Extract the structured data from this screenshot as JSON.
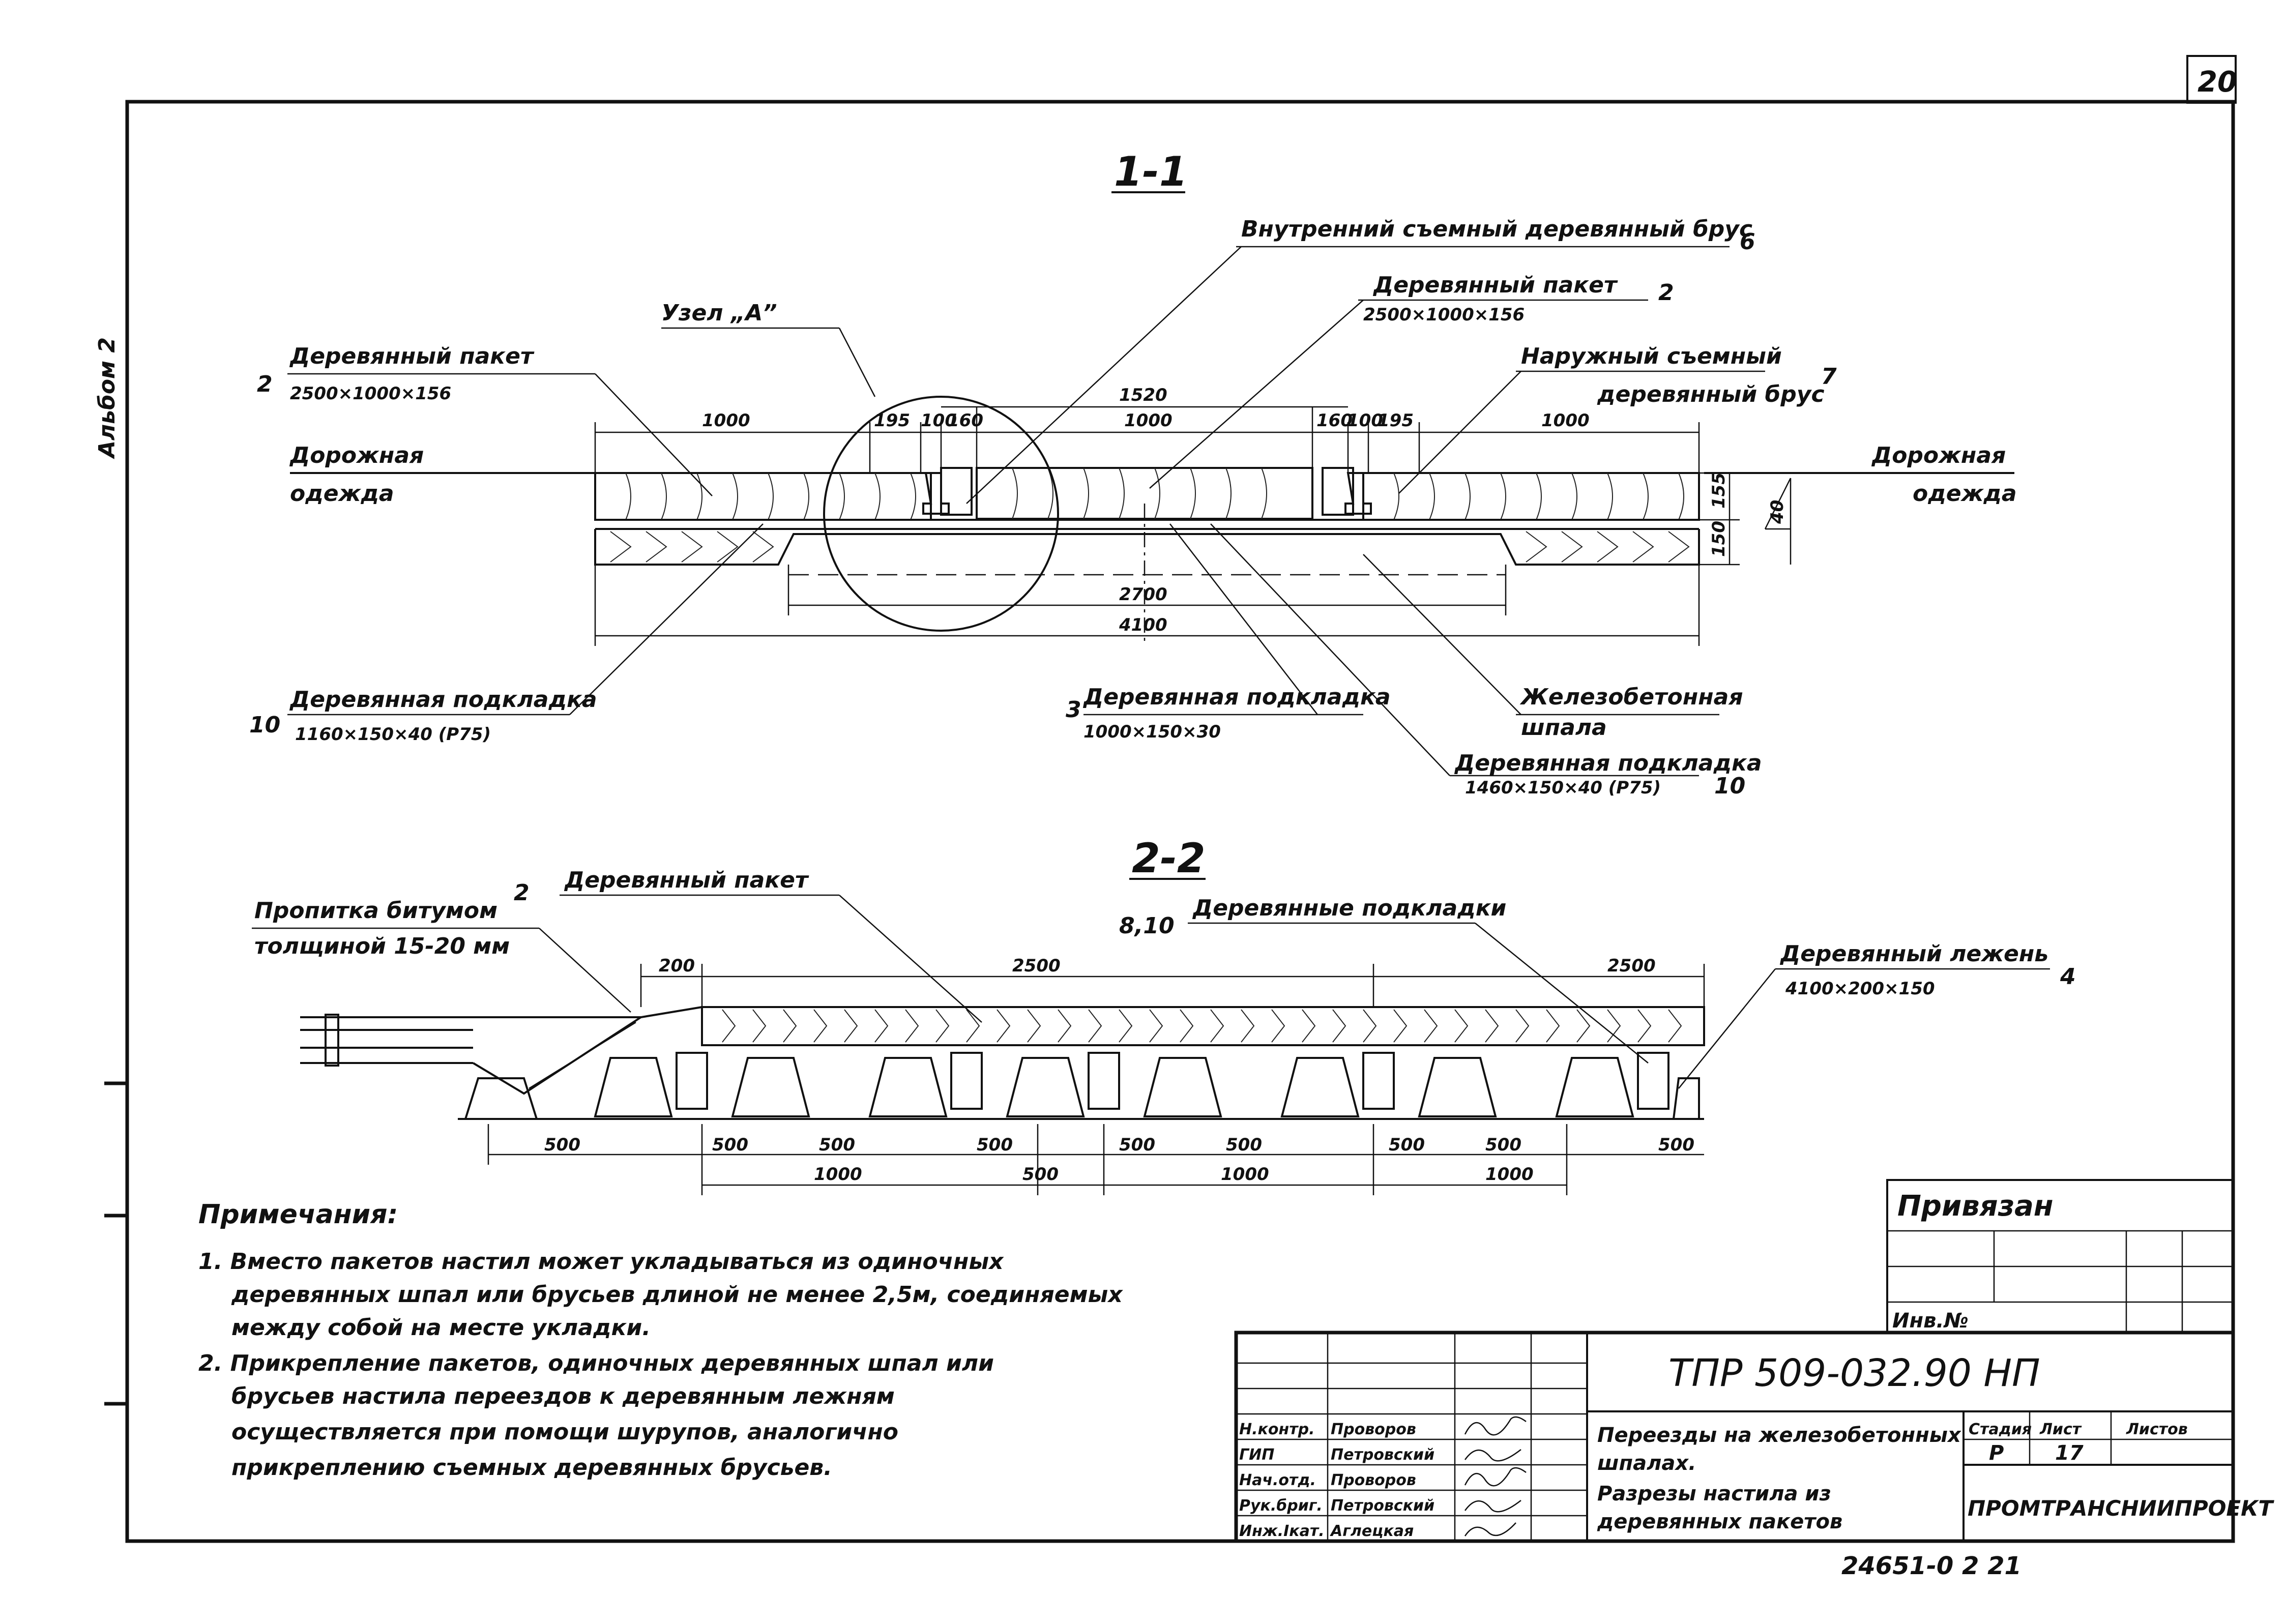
{
  "sheet": {
    "page_number": "20",
    "side_label": "Альбом 2"
  },
  "section_1": {
    "title": "1-1",
    "node_label": "Узел „А”",
    "labels": {
      "inner_beam": "Внутренний съемный деревянный брус",
      "inner_beam_num": "6",
      "center_packet": "Деревянный пакет",
      "center_packet_size": "2500×1000×156",
      "center_packet_num": "2",
      "outer_beam_1": "Наружный съемный",
      "outer_beam_2": "деревянный брус",
      "outer_beam_num": "7",
      "left_packet": "Деревянный пакет",
      "left_packet_size": "2500×1000×156",
      "left_packet_num": "2",
      "road_left_1": "Дорожная",
      "road_left_2": "одежда",
      "road_right_1": "Дорожная",
      "road_right_2": "одежда",
      "pad_left": "Деревянная подкладка",
      "pad_left_size": "1160×150×40   (Р75)",
      "pad_left_num": "10",
      "pad_center": "Деревянная подкладка",
      "pad_center_size": "1000×150×30",
      "pad_center_num": "3",
      "sleeper_1": "Железобетонная",
      "sleeper_2": "шпала",
      "pad_right": "Деревянная подкладка",
      "pad_right_size": "1460×150×40  (Р75)",
      "pad_right_num": "10"
    },
    "dims": {
      "d1000_left": "1000",
      "d195_left": "195",
      "d100_left": "100",
      "d160_left": "160",
      "d1520": "1520",
      "d1000_center": "1000",
      "d160_right": "160",
      "d100_right": "100",
      "d195_right": "195",
      "d1000_right": "1000",
      "d2700": "2700",
      "d4100": "4100",
      "d155": "155",
      "d150": "150",
      "d40": "40"
    }
  },
  "section_2": {
    "title": "2-2",
    "labels": {
      "impreg_1": "Пропитка битумом",
      "impreg_2": "толщиной  15-20 мм",
      "impreg_num": "2",
      "packet": "Деревянный пакет",
      "pads": "Деревянные подкладки",
      "pads_num": "8,10",
      "beam": "Деревянный лежень",
      "beam_size": "4100×200×150",
      "beam_num": "4"
    },
    "dims": {
      "d200": "200",
      "d2500_a": "2500",
      "d2500_b": "2500",
      "b500_1": "500",
      "b500_2": "500",
      "b500_3": "500",
      "b500_4": "500",
      "b500_5": "500",
      "b500_6": "500",
      "b500_7": "500",
      "b500_8": "500",
      "b500_9": "500",
      "c1000_1": "1000",
      "c500": "500",
      "c1000_2": "1000",
      "c1000_3": "1000"
    }
  },
  "notes": {
    "heading": "Примечания:",
    "lines": [
      "1. Вместо пакетов настил может укладываться из одиночных",
      "деревянных шпал или брусьев длиной не менее 2,5м, соединяемых",
      "между собой на месте укладки.",
      "2. Прикрепление пакетов,  одиночных деревянных шпал  или",
      "брусьев настила  переездов к деревянным лежням",
      "осуществляется    при помощи шурупов,  аналогично",
      "прикреплению  съемных деревянных брусьев."
    ]
  },
  "stamp": {
    "privyazan": "Привязан",
    "inv_no": "Инв.№",
    "code": "ТПР 509-032.90 НП",
    "roles": [
      "Н.контр.",
      "ГИП",
      "Нач.отд.",
      "Рук.бриг.",
      "Инж.Iкат."
    ],
    "names": [
      "Проворов",
      "Петровский",
      "Проворов",
      "Петровский",
      "Аглецкая"
    ],
    "title_lines": [
      "Переезды на железобетонных",
      "шпалах.",
      "Разрезы настила из",
      "деревянных пакетов"
    ],
    "stage_label": "Стадия",
    "sheet_label": "Лист",
    "sheets_label": "Листов",
    "stage": "Р",
    "sheet": "17",
    "org": "ПРОМТРАНСНИИПРОЕКТ",
    "bottom_code": "24651-0 2  21"
  }
}
